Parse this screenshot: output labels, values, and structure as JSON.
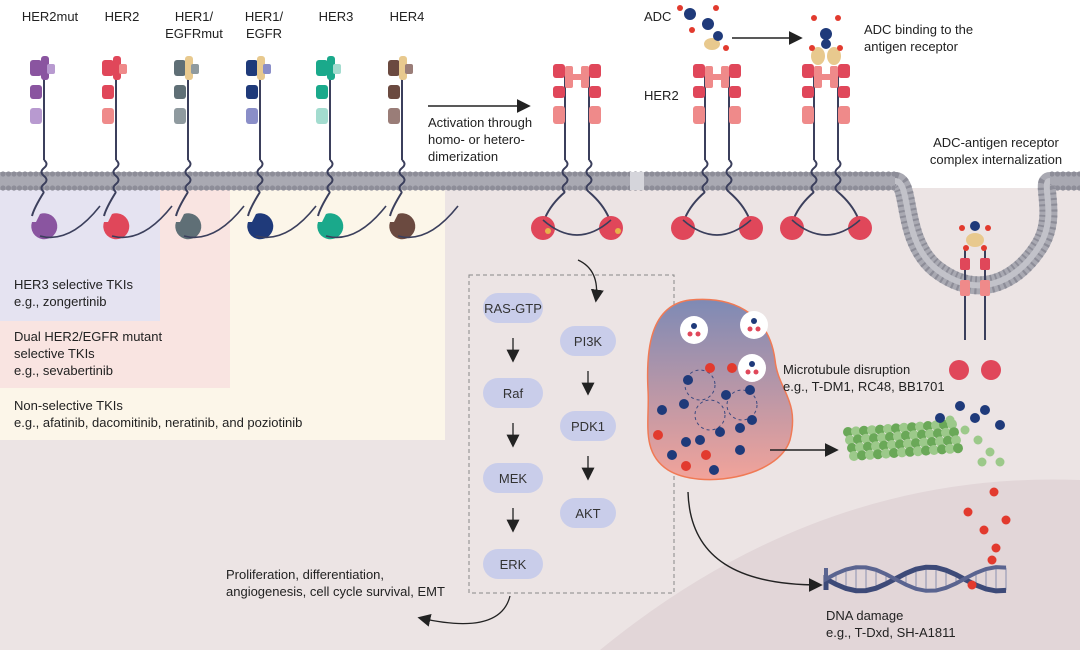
{
  "receptors": [
    {
      "label": "HER2mut",
      "label2": "",
      "color": "#8a55a0",
      "light": "#b89ad0",
      "kinase": "#8a55a0",
      "tag": "#8a55a0"
    },
    {
      "label": "HER2",
      "label2": "",
      "color": "#e0475a",
      "light": "#ef8a8a",
      "kinase": "#e0475a",
      "tag": "#e0475a"
    },
    {
      "label": "HER1/",
      "label2": "EGFRmut",
      "color": "#5f6f76",
      "light": "#8f9a9f",
      "kinase": "#5f6f76",
      "tag": "#e8c98e"
    },
    {
      "label": "HER1/",
      "label2": "EGFR",
      "color": "#1f3a7a",
      "light": "#8a8ec8",
      "kinase": "#1f3a7a",
      "tag": "#e8c98e"
    },
    {
      "label": "HER3",
      "label2": "",
      "color": "#1aa98b",
      "light": "#a3dccf",
      "kinase": "#1aa98b",
      "tag": "#1aa98b"
    },
    {
      "label": "HER4",
      "label2": "",
      "color": "#6b4a40",
      "light": "#9a7d78",
      "kinase": "#6b4a40",
      "tag": "#e8c98e"
    }
  ],
  "activation_text": [
    "Activation through",
    "homo- or hetero-",
    "dimerization"
  ],
  "adc": {
    "label": "ADC",
    "her2_label": "HER2",
    "binding_text": [
      "ADC binding to the",
      "antigen receptor"
    ],
    "internalization_text": [
      "ADC-antigen receptor",
      "complex internalization"
    ]
  },
  "tki_groups": [
    {
      "lines": [
        "HER3 selective TKIs",
        "e.g., zongertinib"
      ],
      "color": "#e5e3f1"
    },
    {
      "lines": [
        "Dual HER2/EGFR mutant",
        "selective TKIs",
        "e.g., sevabertinib"
      ],
      "color": "#f9e4e1"
    },
    {
      "lines": [
        "Non-selective TKIs",
        "e.g., afatinib, dacomitinib, neratinib, and poziotinib"
      ],
      "color": "#fcf6e9"
    }
  ],
  "pathway": {
    "mapk": [
      "RAS-GTP",
      "Raf",
      "MEK",
      "ERK"
    ],
    "pi3k": [
      "PI3K",
      "PDK1",
      "AKT"
    ]
  },
  "outcome_text": [
    "Proliferation, differentiation,",
    "angiogenesis, cell cycle survival, EMT"
  ],
  "microtubule_text": [
    "Microtubule disruption",
    "e.g., T-DM1, RC48, BB1701"
  ],
  "dna_text": [
    "DNA damage",
    "e.g., T-Dxd, SH-A1811"
  ],
  "colors": {
    "membrane": "#a9a9b2",
    "cytoplasm": "#ece4e4",
    "chain": "#3b3f5c",
    "node": "#c9cdea",
    "microtubule": "#7fb46b",
    "dna": "#3d4a78",
    "payload_red": "#e23a2e",
    "payload_blue": "#1f3a7a"
  }
}
